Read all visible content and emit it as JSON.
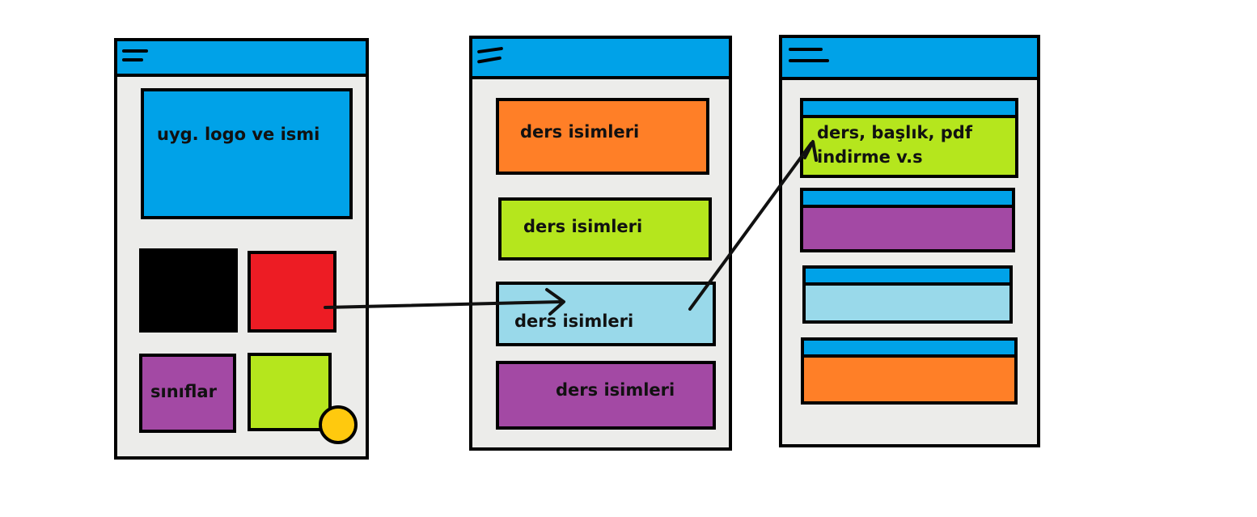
{
  "screens": {
    "home": {
      "logo_box_label": "uyg. logo ve ismi",
      "classes_tile_label": "sınıflar"
    },
    "course_list": {
      "items": [
        {
          "label": "ders isimleri"
        },
        {
          "label": "ders isimleri"
        },
        {
          "label": "ders isimleri"
        },
        {
          "label": "ders isimleri"
        }
      ]
    },
    "course_detail": {
      "first_card_line1": "ders, başlık, pdf",
      "first_card_line2": "indirme v.s"
    }
  },
  "colors": {
    "phone_bg": "#ececea",
    "topbar": "#00a2e8",
    "blue": "#00a2e8",
    "black": "#000000",
    "red": "#ed1c24",
    "purple": "#a349a4",
    "lime": "#b5e61d",
    "orange": "#ff7f27",
    "light_blue": "#99d9ea",
    "yellow": "#ffc90e"
  }
}
